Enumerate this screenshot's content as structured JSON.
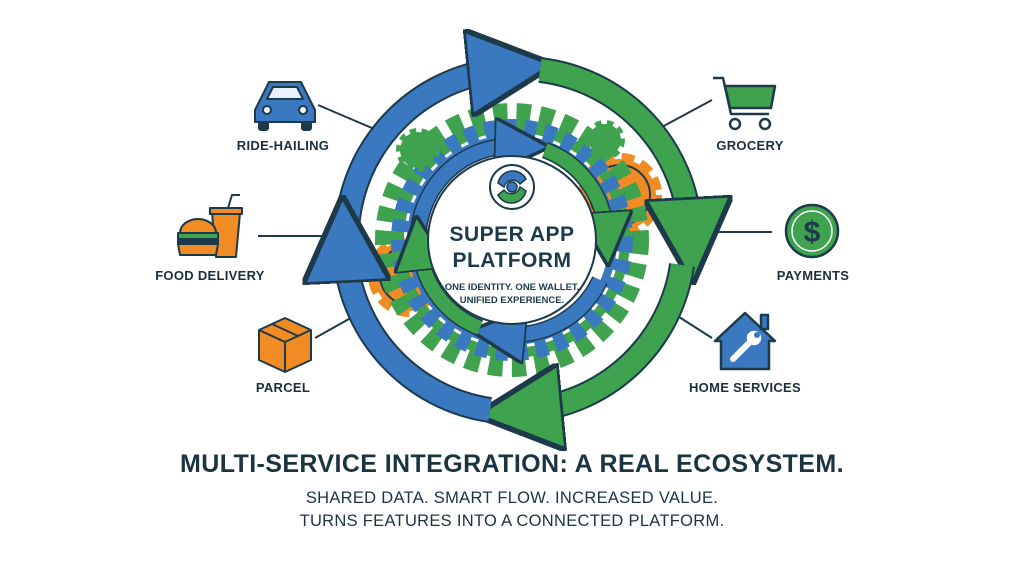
{
  "center": {
    "title_line1": "SUPER APP",
    "title_line2": "PLATFORM",
    "tagline_line1": "ONE IDENTITY. ONE WALLET.",
    "tagline_line2": "UNIFIED EXPERIENCE."
  },
  "services": {
    "ride_hailing": {
      "label": "RIDE-HAILING",
      "icon": "car-icon"
    },
    "food_delivery": {
      "label": "FOOD DELIVERY",
      "icon": "burger-drink-icon"
    },
    "parcel": {
      "label": "PARCEL",
      "icon": "box-icon"
    },
    "grocery": {
      "label": "GROCERY",
      "icon": "shopping-cart-icon"
    },
    "payments": {
      "label": "PAYMENTS",
      "icon": "dollar-coin-icon"
    },
    "home_services": {
      "label": "HOME SERVICES",
      "icon": "house-wrench-icon"
    }
  },
  "footer": {
    "headline": "MULTI-SERVICE INTEGRATION: A REAL ECOSYSTEM.",
    "line1": "SHARED DATA. SMART FLOW. INCREASED VALUE.",
    "line2": "TURNS FEATURES INTO A CONNECTED PLATFORM."
  },
  "colors": {
    "blue": "#3a78c0",
    "green": "#3fa24e",
    "orange": "#f08c23",
    "outline": "#1d3a4a",
    "text": "#1a3442"
  }
}
